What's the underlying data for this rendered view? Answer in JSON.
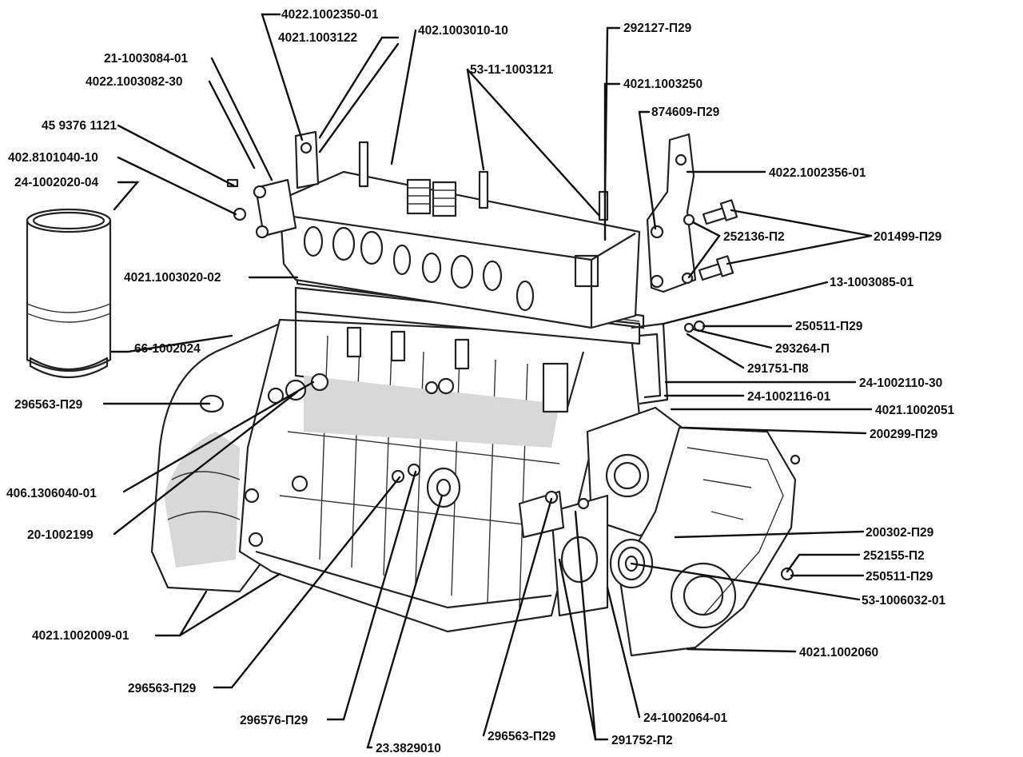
{
  "labels": {
    "l01": "4022.1002350-01",
    "l02": "4021.1003122",
    "l03": "402.1003010-10",
    "l04": "21-1003084-01",
    "l05": "4022.1003082-30",
    "l06": "45 9376 1121",
    "l07": "402.8101040-10",
    "l08": "24-1002020-04",
    "l09": "53-11-1003121",
    "l10": "292127-П29",
    "l11": "4021.1003250",
    "l12": "874609-П29",
    "l13": "4022.1002356-01",
    "l14": "252136-П2",
    "l15": "201499-П29",
    "l16": "4021.1003020-02",
    "l17": "13-1003085-01",
    "l18": "250511-П29",
    "l19": "293264-П",
    "l20": "291751-П8",
    "l21": "24-1002110-30",
    "l22": "24-1002116-01",
    "l23": "4021.1002051",
    "l24": "200299-П29",
    "l25": "66-1002024",
    "l26": "296563-П29",
    "l27": "406.1306040-01",
    "l28": "20-1002199",
    "l29": "200302-П29",
    "l30": "252155-П2",
    "l31": "250511-П29",
    "l32": "53-1006032-01",
    "l33": "4021.1002009-01",
    "l34": "4021.1002060",
    "l35": "296563-П29",
    "l36": "24-1002064-01",
    "l37": "296576-П29",
    "l38": "296563-П29",
    "l39": "291752-П2",
    "l40": "23.3829010"
  }
}
